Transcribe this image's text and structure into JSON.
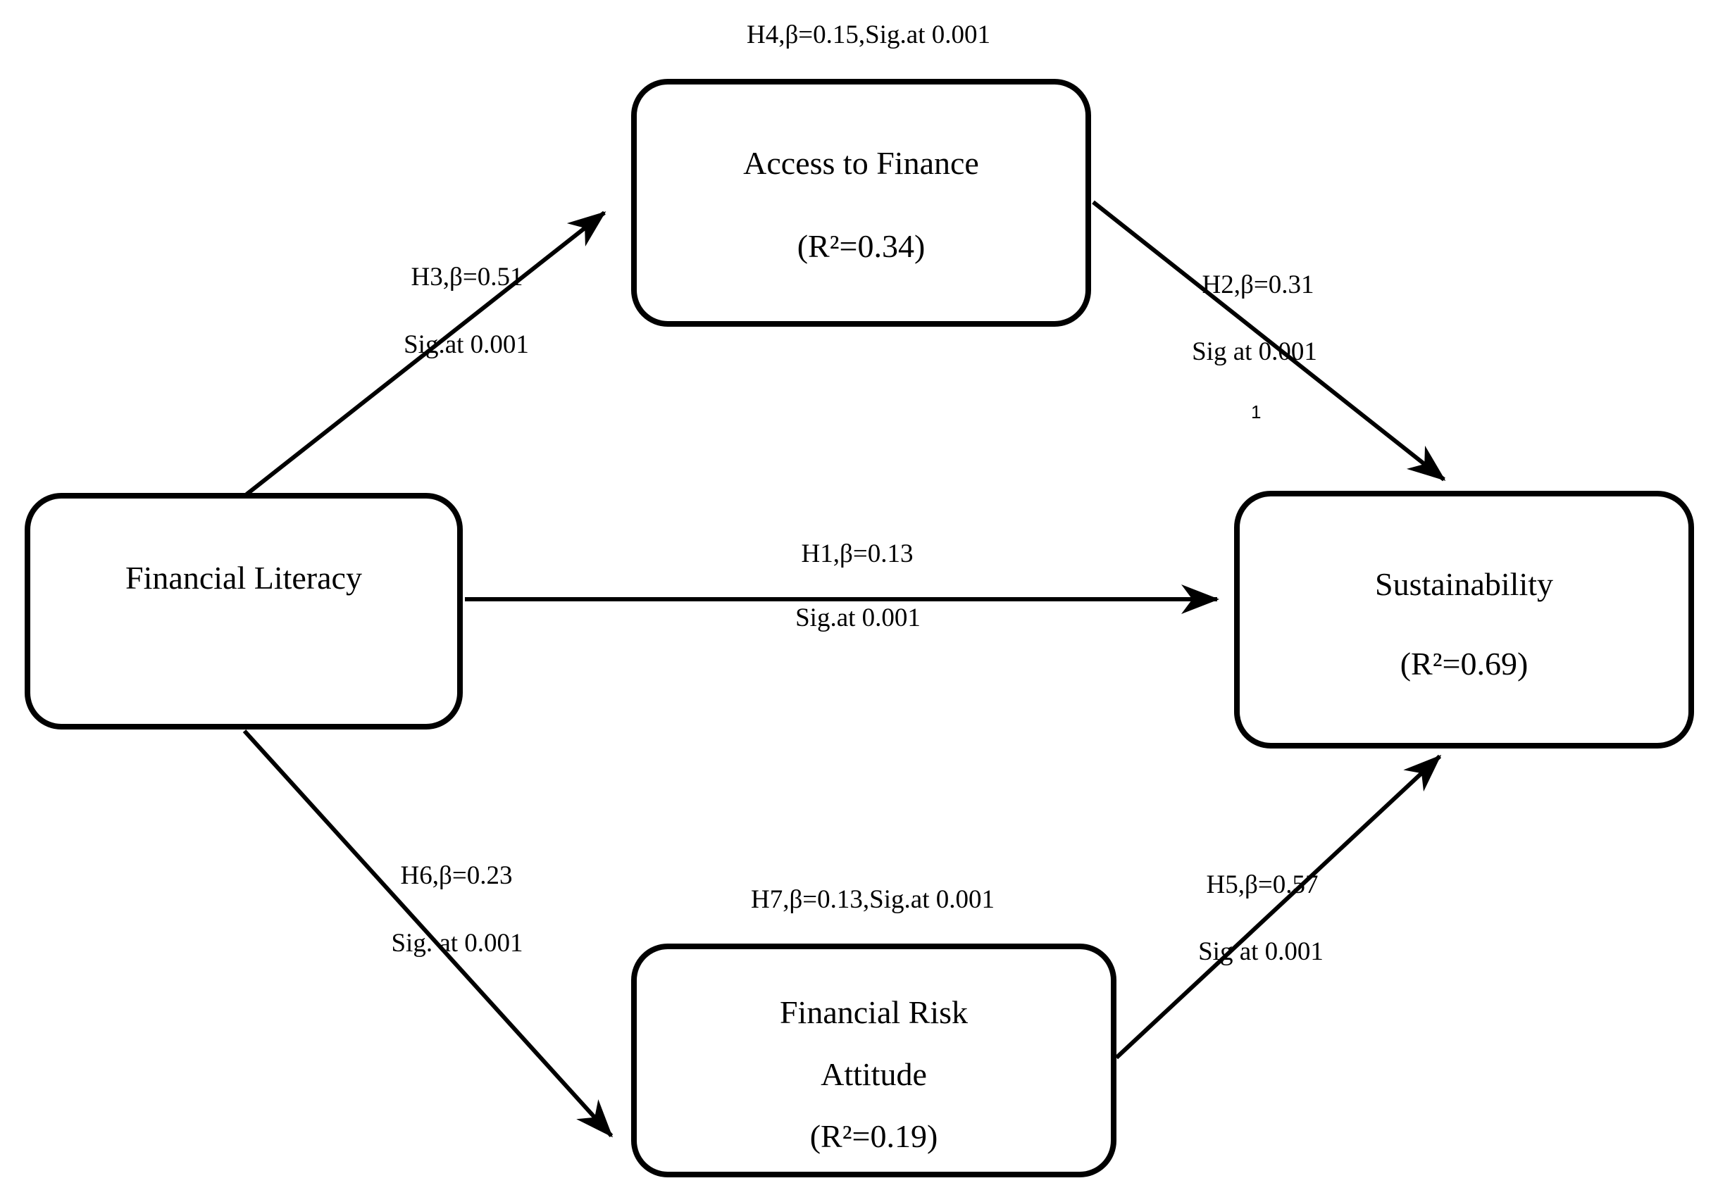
{
  "diagram": {
    "type": "path-model",
    "background_color": "#ffffff",
    "line_color": "#000000",
    "nodes": {
      "financial_literacy": {
        "line1": "Financial Literacy"
      },
      "access_to_finance": {
        "line1": "Access to Finance",
        "line2": "(R²=0.34)"
      },
      "sustainability": {
        "line1": "Sustainability",
        "line2": "(R²=0.69)"
      },
      "financial_risk_attitude": {
        "line1": "Financial Risk",
        "line2": "Attitude",
        "line3": "(R²=0.19)"
      }
    },
    "edges": {
      "h1": {
        "from": "financial_literacy",
        "to": "sustainability",
        "beta": "H1,β=0.13",
        "sig": "Sig.at 0.001"
      },
      "h2": {
        "from": "access_to_finance",
        "to": "sustainability",
        "beta": "H2,β=0.31",
        "sig": "Sig at 0.001"
      },
      "h3": {
        "from": "financial_literacy",
        "to": "access_to_finance",
        "beta": "H3,β=0.51",
        "sig": "Sig.at 0.001"
      },
      "h4": {
        "node": "access_to_finance",
        "label": "H4,β=0.15,Sig.at 0.001"
      },
      "h5": {
        "from": "financial_risk_attitude",
        "to": "sustainability",
        "beta": "H5,β=0.57",
        "sig": "Sig at 0.001"
      },
      "h6": {
        "from": "financial_literacy",
        "to": "financial_risk_attitude",
        "beta": "H6,β=0.23",
        "sig": "Sig. at 0.001"
      },
      "h7": {
        "node": "financial_risk_attitude",
        "label": "H7,β=0.13,Sig.at 0.001"
      }
    },
    "stray": {
      "char": "1"
    }
  }
}
